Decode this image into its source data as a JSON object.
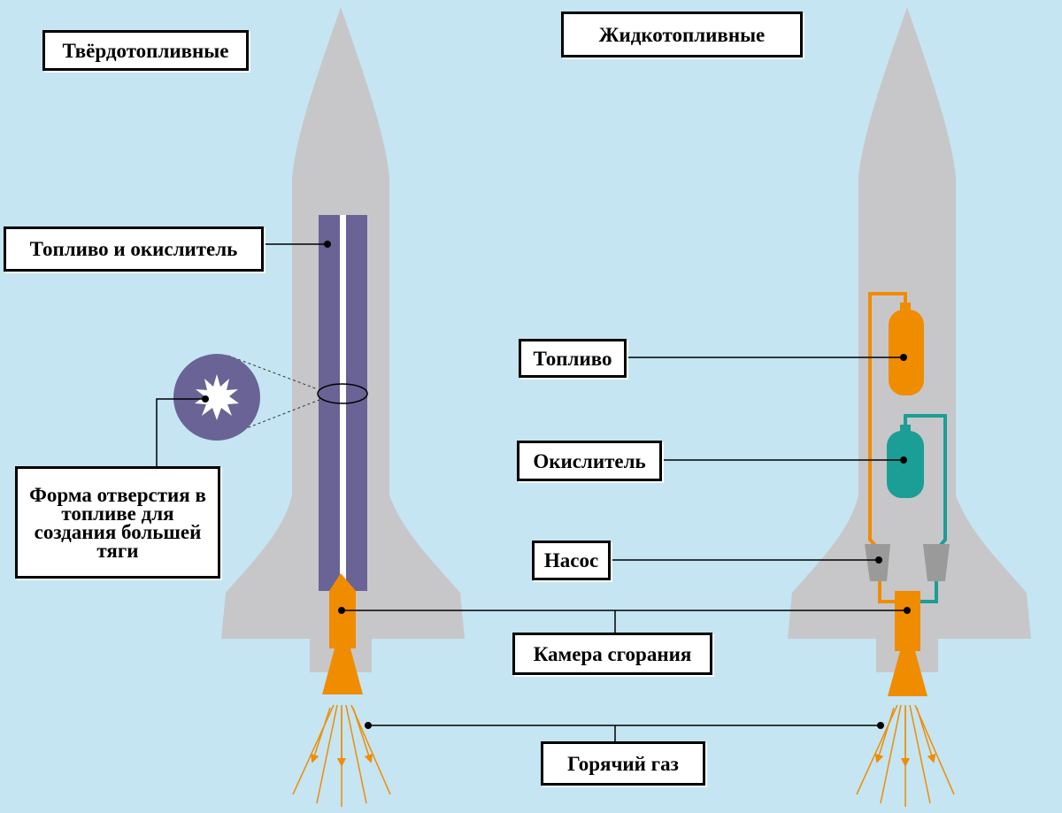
{
  "headers": {
    "solid": "Твёрдотопливные",
    "liquid": "Жидкотопливные"
  },
  "labels": {
    "fuel_oxidizer": "Топливо и окислитель",
    "hole_shape": "Форма отверстия в топливе для создания большей тяги",
    "fuel": "Топливо",
    "oxidizer": "Окислитель",
    "pump": "Насос",
    "combustion_chamber": "Камера сгорания",
    "hot_gas": "Горячий газ"
  },
  "colors": {
    "background": "#c5e5f2",
    "rocket_body": "#c7c7c9",
    "solid_fuel": "#6a6396",
    "fuel_tank": "#f08c00",
    "oxidizer_tank": "#1b9e95",
    "pump": "#9a9a9a",
    "engine": "#f08c00",
    "label_border": "#000000"
  }
}
